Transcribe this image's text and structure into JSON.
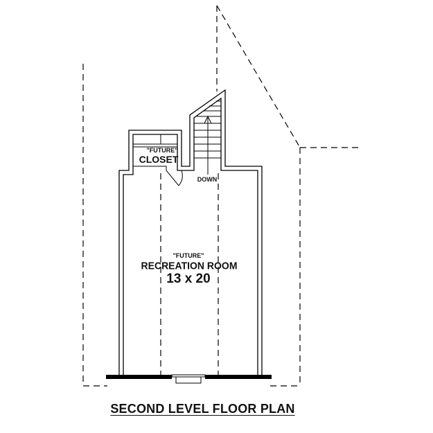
{
  "plan": {
    "title": "SECOND LEVEL FLOOR PLAN",
    "rooms": [
      {
        "id": "closet",
        "qualifier": "\"FUTURE\"",
        "name": "CLOSET"
      },
      {
        "id": "recreation",
        "qualifier": "\"FUTURE\"",
        "name": "RECREATION ROOM",
        "dimensions": "13 x 20"
      }
    ],
    "stair_label": "DOWN",
    "colors": {
      "line": "#000000",
      "background": "#ffffff"
    }
  }
}
